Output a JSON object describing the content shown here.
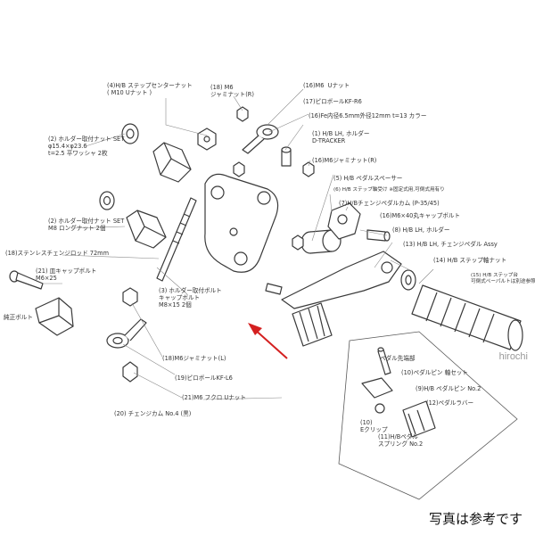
{
  "labels": {
    "l4": "(4)H/B ステップセンターナット\n( M10 Uナット )",
    "l18a": "(18) M6\nジャミナット(R)",
    "l16a": "(16)M6  Uナット",
    "l17": "(17)ピロボールKF-R6",
    "l16b": "(16)Fe内径6.5mm外径12mm t=13 カラー",
    "l1": "(1) H/B LH, ホルダー\nD-TRACKER",
    "l2a": "(2) ホルダー取付ナット SET\nφ15.4×φ23.6\nt=2.5 平ワッシャ 2枚",
    "l16c": "(16)M6ジャミナット(R)",
    "l5": "(5) H/B ペダルスペーサー",
    "l6": "(6) H/B ステップ軸受け ※固定式用,可倒式用有り",
    "l7": "(7)H/Bチェンジペダルカム (P-35/45)",
    "l2b": "(2) ホルダー取付ナット SET\nM8 ロングナット 2個",
    "l16d": "(16)M6×40丸キャップボルト",
    "l8": "(8) H/B LH, ホルダー",
    "l18b": "(18)ステンレスチェンジロッド 72mm",
    "l13": "(13) H/B LH, チェンジペダル Assy",
    "l21a": "(21) 皿キャップボルト\nM6×25",
    "l14": "(14) H/B ステップ軸ナット",
    "l15": "(15) H/B ステップ台\n可倒式ペーパルトは別途参照",
    "l3": "(3) ホルダー取付ボルト\nキャップボルト\nM8×15 2個",
    "genuine": "純正ボルト",
    "l18c": "(18)M6ジャミナット(L)",
    "l19": "(19)ピロボールKF-L6",
    "l21b": "(21)M6 フクロ Uナット",
    "l20": "(20) チェンジカム No.4 (黒)",
    "pedal_tip": "ペダル先端部",
    "l10a": "(10)ペダルピン 軸セット",
    "l9": "(9)H/B ペダルピン No.2",
    "l12": "(12)ペダルラバー",
    "l10b": "(10)\nEクリップ",
    "l11": "(11)H/Bペダル\nスプリング No.2"
  },
  "watermark": "hirochi",
  "footer": "写真は参考です",
  "colors": {
    "line": "#3a3a3a",
    "leader": "#8a8a8a",
    "arrow": "#d42020",
    "part_fill": "#ffffff"
  }
}
